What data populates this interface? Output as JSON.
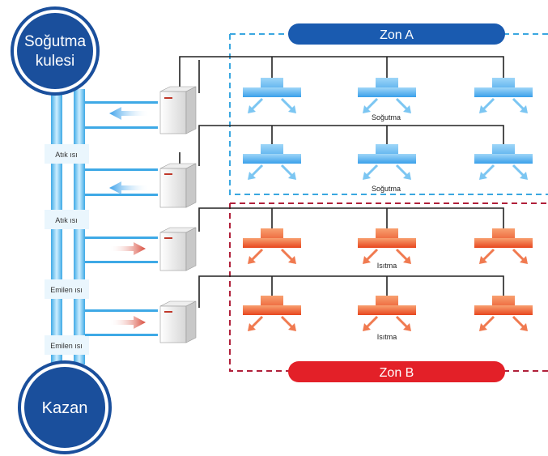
{
  "nodes": {
    "cooling_tower": {
      "line1": "Soğutma",
      "line2": "kulesi"
    },
    "boiler": {
      "label": "Kazan"
    }
  },
  "zones": {
    "a": {
      "label": "Zon A",
      "color": "#1a5bb0"
    },
    "b": {
      "label": "Zon B",
      "color": "#e32028"
    }
  },
  "pipe_labels": [
    "Atık ısı",
    "Atık ısı",
    "Emilen ısı",
    "Emilen ısı"
  ],
  "rows": [
    {
      "mode": "cool",
      "label": "Soğutma"
    },
    {
      "mode": "cool",
      "label": "Soğutma"
    },
    {
      "mode": "heat",
      "label": "Isıtma"
    },
    {
      "mode": "heat",
      "label": "Isıtma"
    }
  ],
  "colors": {
    "dark_blue": "#1a4f9c",
    "pipe_blue": "#6cc4f0",
    "cool_unit": "#5fb6f0",
    "heat_unit": "#f05a2a",
    "zone_a_dash": "#3aa7e0",
    "zone_b_dash": "#b0203a"
  }
}
